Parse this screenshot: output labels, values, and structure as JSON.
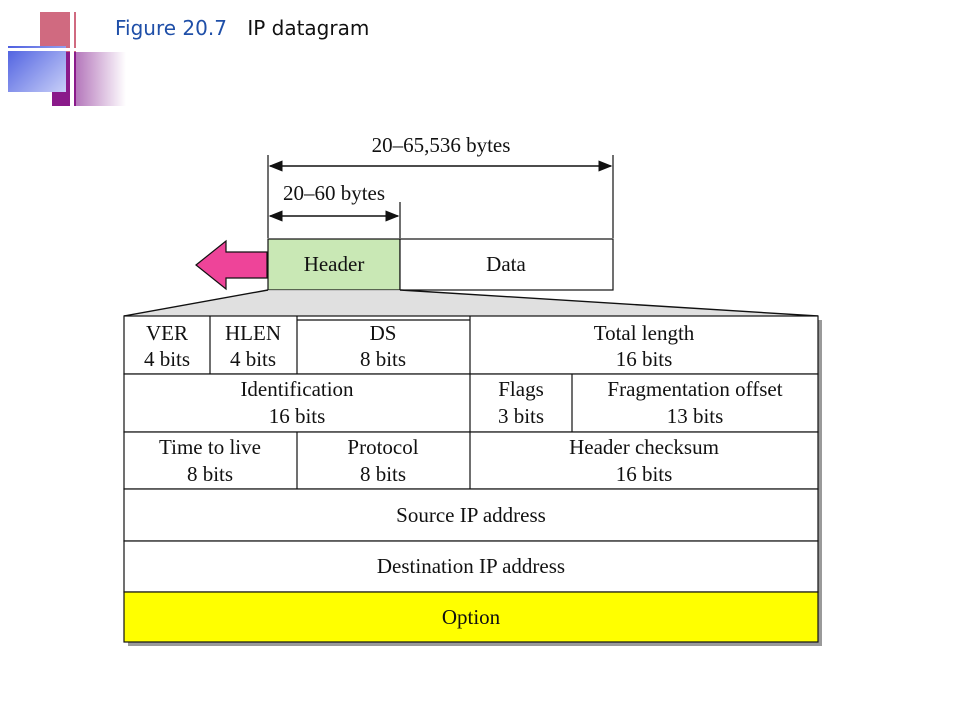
{
  "slide": {
    "figure_label": "Figure 20.7",
    "figure_title": "IP datagram"
  },
  "diagram": {
    "total_size_label": "20–65,536 bytes",
    "header_size_label": "20–60 bytes",
    "header_label": "Header",
    "data_label": "Data",
    "colors": {
      "header_fill": "#c9e8b5",
      "option_fill": "#ffff00",
      "arrow_fill": "#ee4499",
      "deco_pink": "#c0405a",
      "deco_purple": "#8a1a8a",
      "deco_blue": "#5a6ee8"
    },
    "fields": {
      "ver": {
        "name": "VER",
        "bits": "4 bits"
      },
      "hlen": {
        "name": "HLEN",
        "bits": "4 bits"
      },
      "ds": {
        "name": "DS",
        "bits": "8 bits"
      },
      "total_length": {
        "name": "Total length",
        "bits": "16 bits"
      },
      "identification": {
        "name": "Identification",
        "bits": "16 bits"
      },
      "flags": {
        "name": "Flags",
        "bits": "3 bits"
      },
      "fragment_offset": {
        "name": "Fragmentation offset",
        "bits": "13 bits"
      },
      "ttl": {
        "name": "Time to live",
        "bits": "8 bits"
      },
      "protocol": {
        "name": "Protocol",
        "bits": "8 bits"
      },
      "checksum": {
        "name": "Header checksum",
        "bits": "16 bits"
      },
      "source": {
        "name": "Source IP address"
      },
      "destination": {
        "name": "Destination IP address"
      },
      "option": {
        "name": "Option"
      }
    }
  }
}
